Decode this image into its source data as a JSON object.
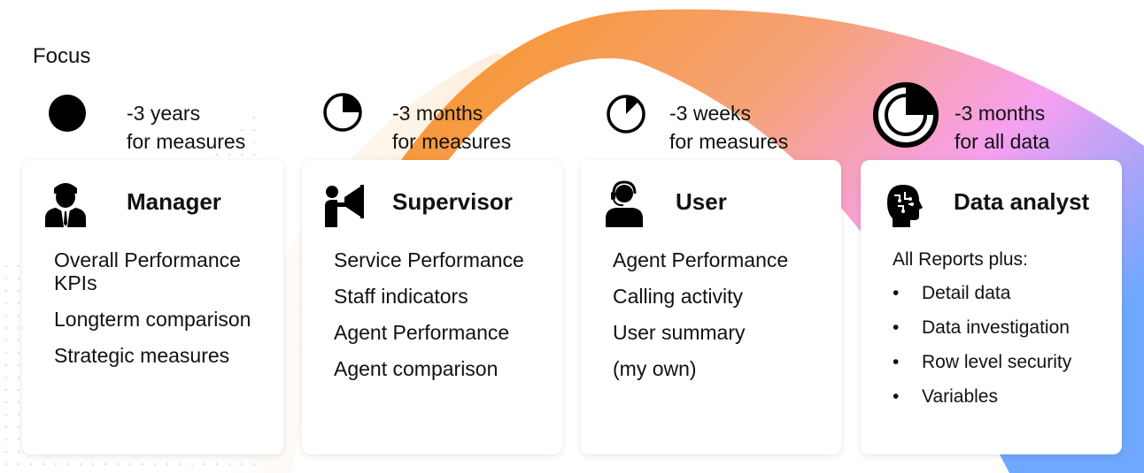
{
  "focus_label": "Focus",
  "columns": [
    {
      "period_line1": "-3 years",
      "period_line2": "for measures",
      "period_icon": "full-circle-icon",
      "role": "Manager",
      "role_icon": "manager-icon",
      "items": [
        "Overall Performance KPIs",
        "Longterm comparison",
        "Strategic measures"
      ]
    },
    {
      "period_line1": "-3 months",
      "period_line2": "for measures",
      "period_icon": "quarter-circle-icon",
      "role": "Supervisor",
      "role_icon": "megaphone-person-icon",
      "items": [
        "Service Performance",
        "Staff indicators",
        "Agent Performance",
        "Agent comparison"
      ]
    },
    {
      "period_line1": "-3 weeks",
      "period_line2": "for measures",
      "period_icon": "small-segment-circle-icon",
      "role": "User",
      "role_icon": "headset-user-icon",
      "items": [
        "Agent Performance",
        "Calling activity",
        "User summary",
        "(my own)"
      ]
    },
    {
      "period_line1": "-3 months",
      "period_line2": "for all data",
      "period_icon": "bold-quarter-circle-icon",
      "role": "Data analyst",
      "role_icon": "brain-head-icon",
      "intro": "All Reports plus:",
      "bullet_char": "•",
      "bullets": [
        "Detail data",
        "Data investigation",
        "Row level security",
        "Variables"
      ]
    }
  ],
  "colors": {
    "arc_start": "#f7941d",
    "arc_mid": "#f7a0f0",
    "arc_end": "#6fa8ff",
    "text": "#111111",
    "card_bg": "#ffffff"
  }
}
